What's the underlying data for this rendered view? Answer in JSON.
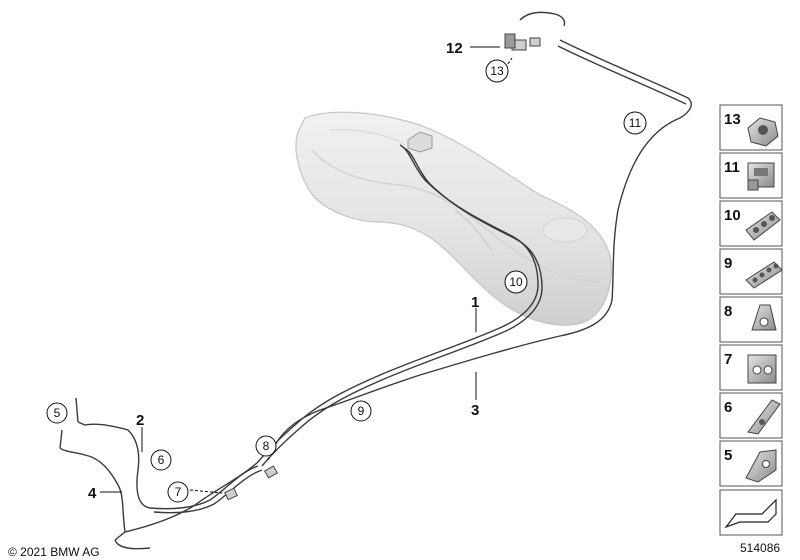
{
  "diagram": {
    "callouts_plain": [
      {
        "id": "c1",
        "label": "1"
      },
      {
        "id": "c2",
        "label": "2"
      },
      {
        "id": "c3",
        "label": "3"
      },
      {
        "id": "c4",
        "label": "4"
      },
      {
        "id": "c12",
        "label": "12"
      }
    ],
    "callouts_circled": [
      {
        "id": "o5",
        "label": "5"
      },
      {
        "id": "o6",
        "label": "6"
      },
      {
        "id": "o7",
        "label": "7"
      },
      {
        "id": "o8",
        "label": "8"
      },
      {
        "id": "o9",
        "label": "9"
      },
      {
        "id": "o10",
        "label": "10"
      },
      {
        "id": "o11",
        "label": "11"
      },
      {
        "id": "o13",
        "label": "13"
      }
    ]
  },
  "legend": {
    "items": [
      {
        "label": "13",
        "part": "nut-icon"
      },
      {
        "label": "11",
        "part": "clip-icon"
      },
      {
        "label": "10",
        "part": "pipe-holder-icon"
      },
      {
        "label": "9",
        "part": "pipe-holder-icon"
      },
      {
        "label": "8",
        "part": "clip-icon"
      },
      {
        "label": "7",
        "part": "clip-icon"
      },
      {
        "label": "6",
        "part": "bracket-icon"
      },
      {
        "label": "5",
        "part": "bracket-icon"
      }
    ]
  },
  "footer": {
    "copyright": "© 2021 BMW AG",
    "diagram_number": "514086"
  }
}
